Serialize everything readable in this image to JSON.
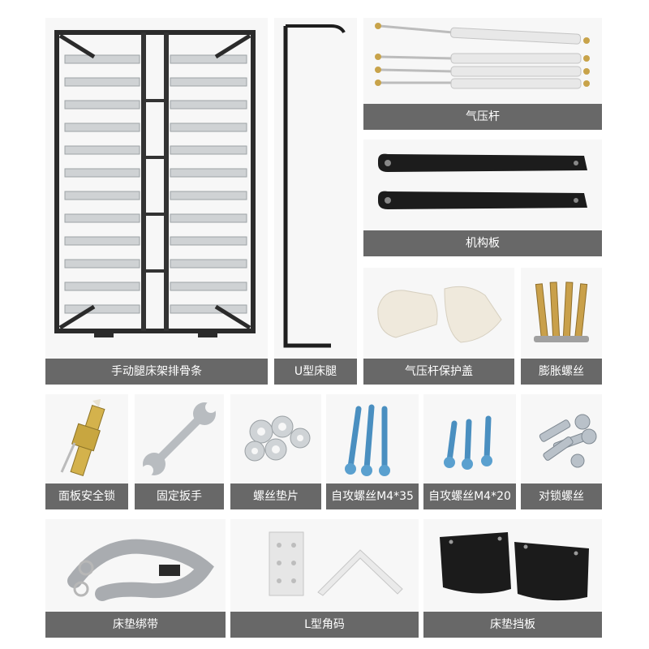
{
  "items": [
    {
      "label": "手动腿床架排骨条",
      "icon": "bed-frame-slats"
    },
    {
      "label": "U型床腿",
      "icon": "u-shaped-bed-leg"
    },
    {
      "label": "气压杆",
      "icon": "gas-struts"
    },
    {
      "label": "机构板",
      "icon": "mechanism-plates"
    },
    {
      "label": "气压杆保护盖",
      "icon": "gas-strut-covers"
    },
    {
      "label": "膨胀螺丝",
      "icon": "expansion-bolts"
    },
    {
      "label": "面板安全锁",
      "icon": "panel-safety-lock"
    },
    {
      "label": "固定扳手",
      "icon": "fixed-wrench"
    },
    {
      "label": "螺丝垫片",
      "icon": "screw-washers"
    },
    {
      "label": "自攻螺丝M4*35",
      "icon": "self-tapping-screws-long"
    },
    {
      "label": "自攻螺丝M4*20",
      "icon": "self-tapping-screws-short"
    },
    {
      "label": "对锁螺丝",
      "icon": "lock-bolts"
    },
    {
      "label": "床垫绑带",
      "icon": "mattress-strap"
    },
    {
      "label": "L型角码",
      "icon": "l-brackets"
    },
    {
      "label": "床垫挡板",
      "icon": "mattress-retainers"
    }
  ],
  "colors": {
    "label_bg": "#686868",
    "label_text": "#ffffff",
    "cell_bg": "#f3f3f3"
  }
}
